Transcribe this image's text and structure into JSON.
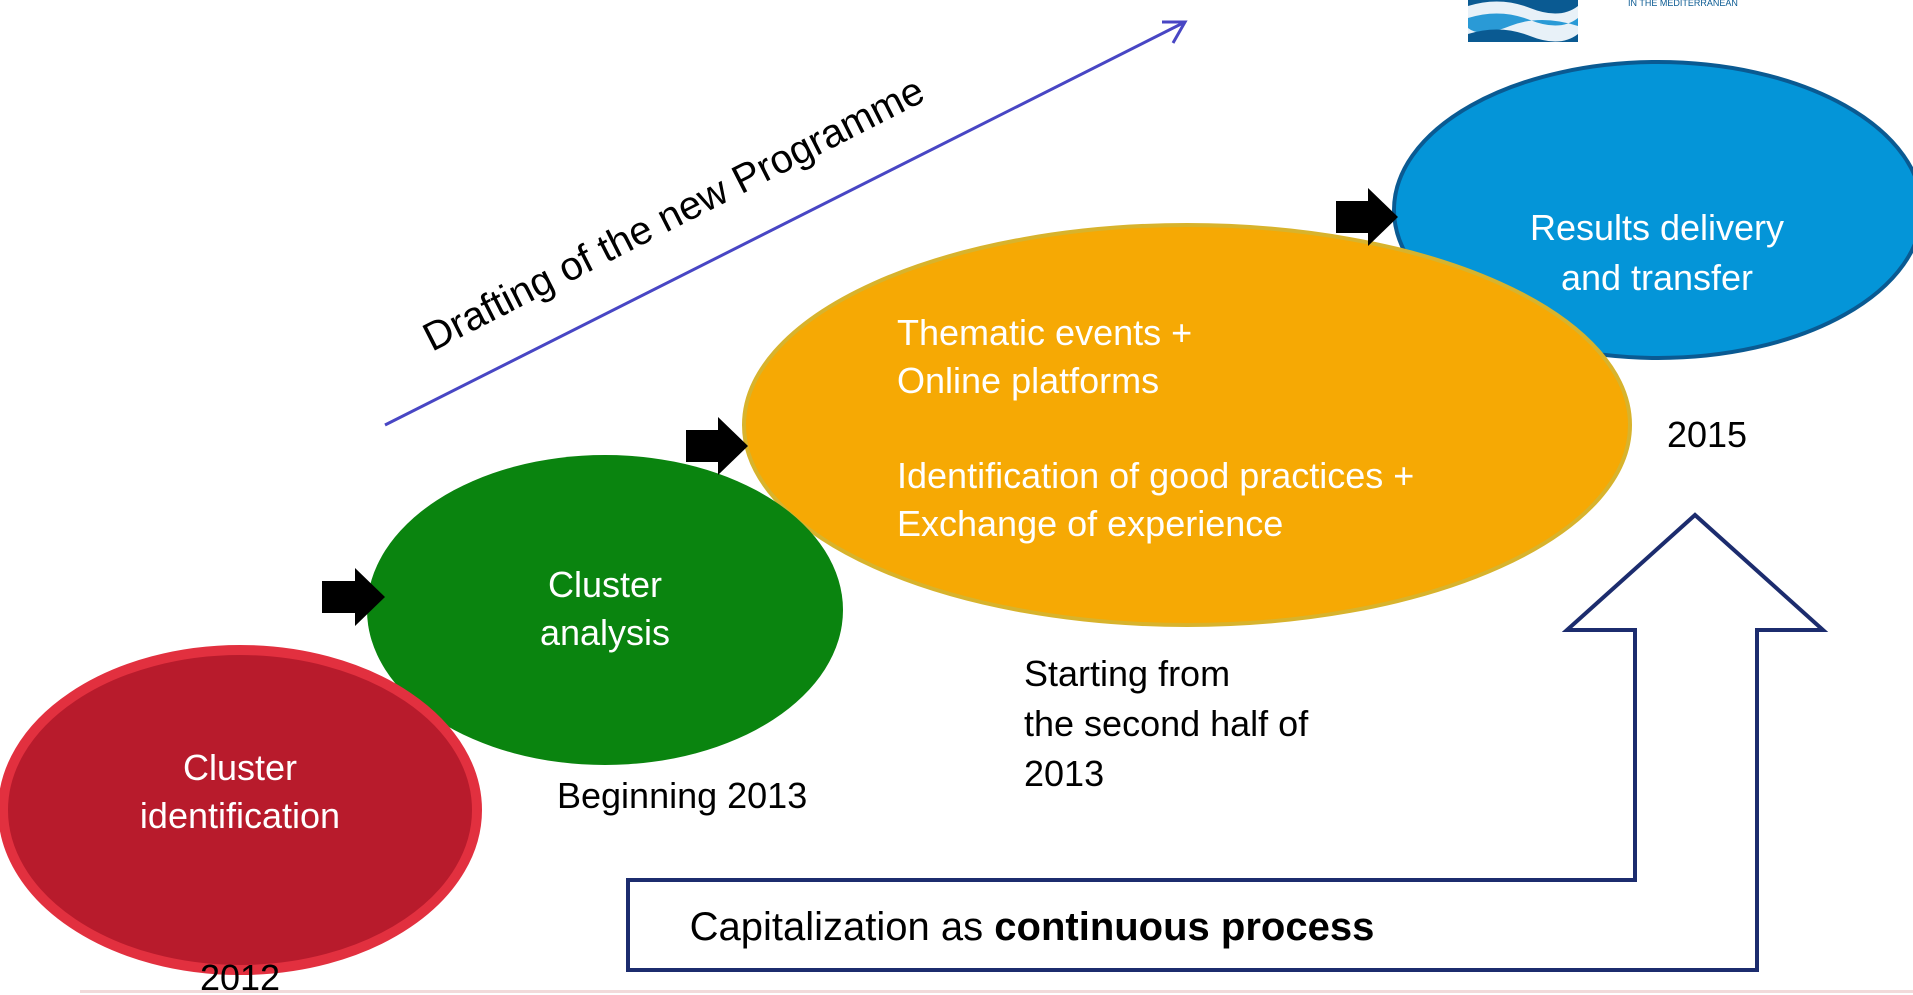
{
  "colors": {
    "stage_identification": "#b81b2c",
    "stage_identification_border": "#e2303f",
    "stage_analysis": "#0a840f",
    "stage_events": "#f6a904",
    "stage_events_border": "#d8b32c",
    "stage_results": "#0495d8",
    "stage_results_border": "#0a5a92",
    "drafting_arrow": "#4846c4",
    "process_arrow_border": "#1c2c6e",
    "step_arrow": "#000000",
    "stage_text": "#ffffff"
  },
  "logo": {
    "tagline": "IN THE MEDITERRANEAN"
  },
  "drafting": {
    "label": "Drafting of the new Programme"
  },
  "stages": {
    "identification": {
      "line1": "Cluster",
      "line2": "identification",
      "date": "2012"
    },
    "analysis": {
      "line1": "Cluster",
      "line2": "analysis",
      "date": "Beginning 2013"
    },
    "events": {
      "item1_line1": "Thematic events +",
      "item1_line2": "Online platforms",
      "item2_line1": "Identification of good practices +",
      "item2_line2": "Exchange of experience",
      "date_line1": "Starting from",
      "date_line2": "the second half of",
      "date_line3": "2013"
    },
    "results": {
      "line1": "Results delivery",
      "line2": "and transfer",
      "date": "2015"
    }
  },
  "process": {
    "label_regular": "Capitalization as ",
    "label_bold": "continuous process"
  }
}
